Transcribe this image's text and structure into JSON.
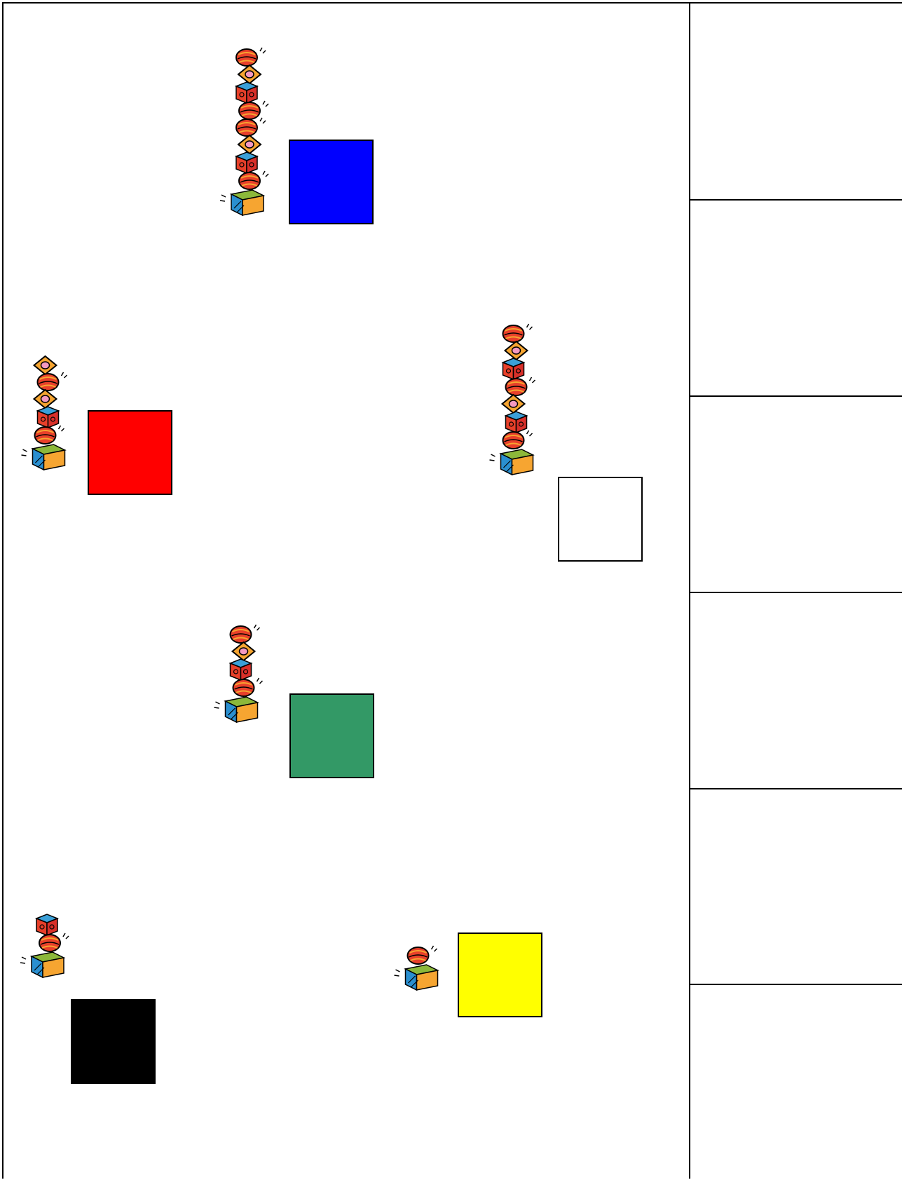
{
  "worksheet": {
    "groups": [
      {
        "id": "group-blue",
        "swatch_color": "#0000ff",
        "stack_pieces": [
          "ball",
          "diamond",
          "cube-red",
          "ball",
          "ball",
          "diamond",
          "cube-red",
          "ball",
          "cube-blue"
        ]
      },
      {
        "id": "group-red",
        "swatch_color": "#ff0000",
        "stack_pieces": [
          "diamond",
          "ball",
          "diamond",
          "cube-red",
          "ball",
          "cube-blue"
        ]
      },
      {
        "id": "group-white",
        "swatch_color": "#ffffff",
        "stack_pieces": [
          "ball",
          "diamond",
          "cube-red",
          "ball",
          "diamond",
          "cube-red",
          "ball",
          "cube-blue"
        ]
      },
      {
        "id": "group-green",
        "swatch_color": "#339966",
        "stack_pieces": [
          "ball",
          "diamond",
          "cube-red",
          "ball",
          "cube-blue"
        ]
      },
      {
        "id": "group-black",
        "swatch_color": "#000000",
        "stack_pieces": [
          "cube-red",
          "ball",
          "cube-blue"
        ]
      },
      {
        "id": "group-yellow",
        "swatch_color": "#ffff00",
        "stack_pieces": [
          "ball",
          "cube-blue"
        ]
      }
    ],
    "answer_cells": [
      "",
      "",
      "",
      "",
      "",
      ""
    ]
  }
}
